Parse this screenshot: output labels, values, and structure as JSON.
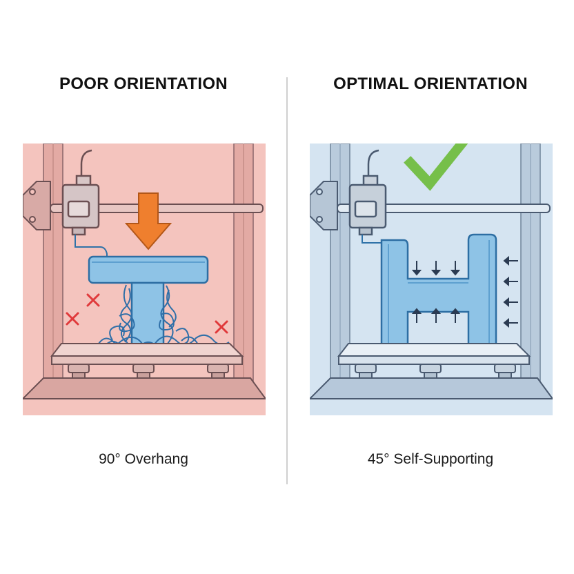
{
  "left_panel": {
    "title": "POOR ORIENTATION",
    "caption": "90° Overhang",
    "bg_color": "#f4c4be",
    "frame_color": "#d79e98",
    "line_color": "#6b4f52",
    "part_color": "#8ec3e6",
    "arrow_color": "#ef7f2e",
    "x_color": "#e0393b"
  },
  "right_panel": {
    "title": "OPTIMAL ORIENTATION",
    "caption": "45° Self-Supporting",
    "bg_color": "#d5e4f1",
    "frame_color": "#a9bccd",
    "line_color": "#4a5a70",
    "part_color": "#8ec3e6",
    "check_color": "#76bf4a"
  }
}
